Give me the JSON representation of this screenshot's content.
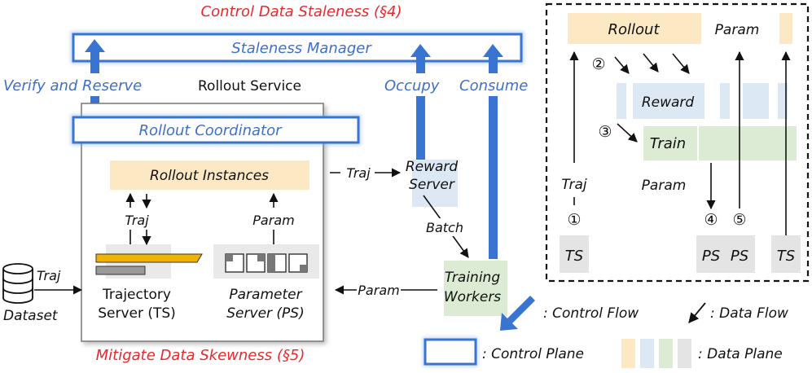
{
  "colors": {
    "control_blue": "#3a74d1",
    "control_blue_light": "#7fa8e6",
    "red_text": "#e8282b",
    "blue_text": "#3f6fc6",
    "rollout_yellow": "#fce9c4",
    "reward_blue": "#dce8f4",
    "train_green": "#dcebd3",
    "storage_gray": "#e4e4e4",
    "traj_bar": "#f0b400"
  },
  "titles": {
    "control_staleness": "Control Data Staleness (§4)",
    "mitigate_skewness": "Mitigate Data Skewness (§5)"
  },
  "left": {
    "staleness_manager": "Staleness Manager",
    "verify_reserve": "Verify and Reserve",
    "rollout_service": "Rollout Service",
    "occupy": "Occupy",
    "consume": "Consume",
    "rollout_coordinator": "Rollout Coordinator",
    "rollout_instances": "Rollout Instances",
    "traj_up": "Traj",
    "param_up": "Param",
    "trajectory_server_l1": "Trajectory",
    "trajectory_server_l2": "Server (TS)",
    "parameter_server_l1": "Parameter",
    "parameter_server_l2": "Server (PS)",
    "traj_dataset": "Traj",
    "dataset": "Dataset",
    "traj_to_reward": "Traj",
    "reward_server_l1": "Reward",
    "reward_server_l2": "Server",
    "batch": "Batch",
    "training_workers_l1": "Training",
    "training_workers_l2": "Workers",
    "param_back": "Param"
  },
  "timeline": {
    "rollout": "Rollout",
    "param_top": "Param",
    "reward": "Reward",
    "train": "Train",
    "traj": "Traj",
    "param_mid": "Param",
    "step1": "①",
    "step2": "②",
    "step3": "③",
    "step4": "④",
    "step5": "⑤",
    "ts1": "TS",
    "ps1": "PS",
    "ps2": "PS",
    "ts2": "TS"
  },
  "legend": {
    "control_flow": ": Control Flow",
    "data_flow": ": Data Flow",
    "control_plane": ": Control Plane",
    "data_plane": ": Data Plane"
  }
}
